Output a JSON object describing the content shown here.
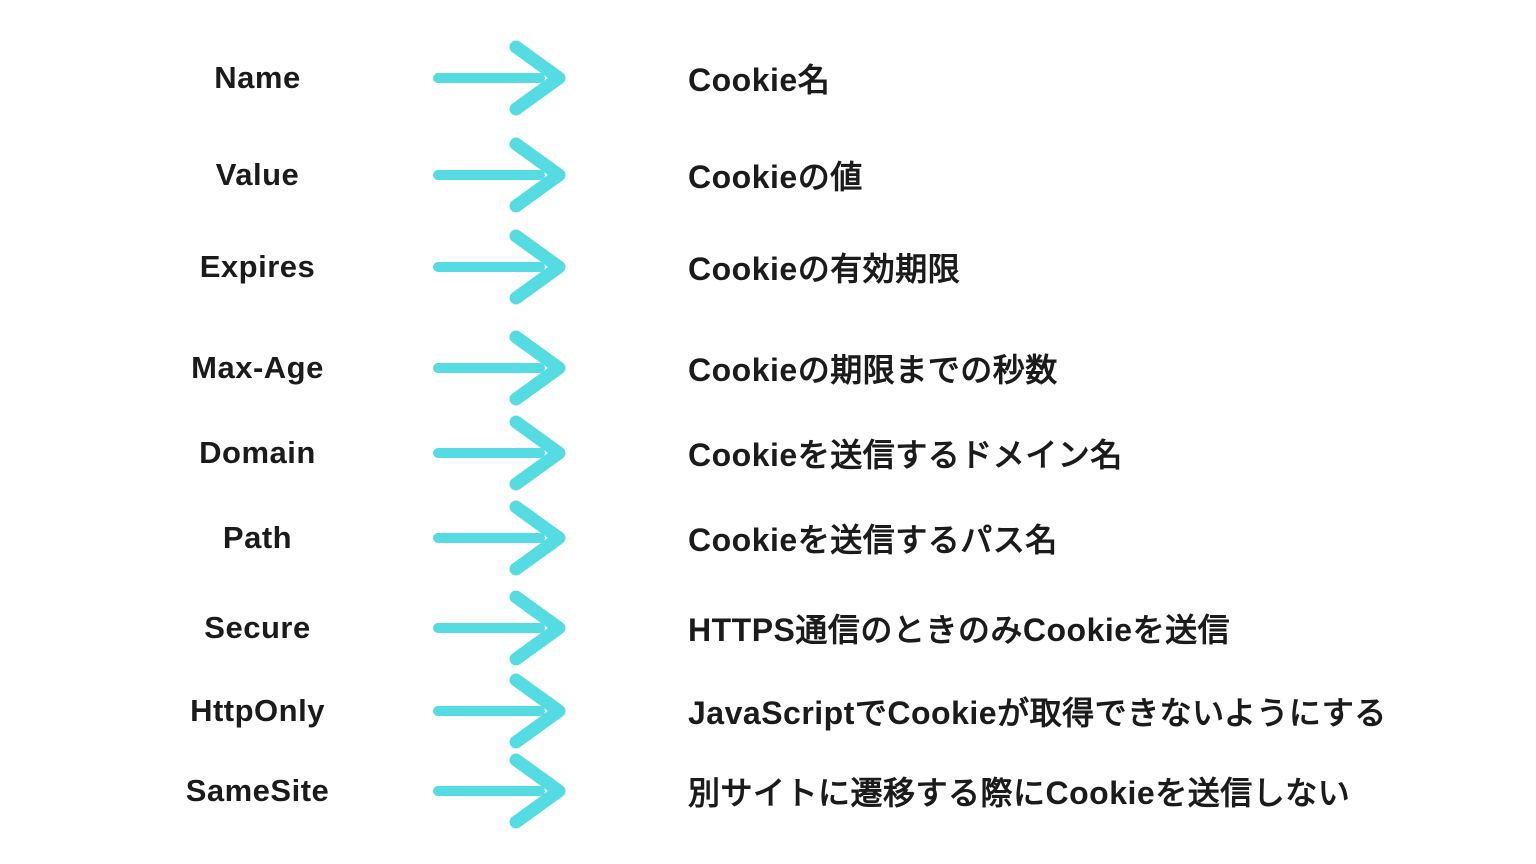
{
  "diagram": {
    "arrow_color": "#55dce3",
    "text_color": "#1b1b1b",
    "background_color": "#ffffff",
    "rows": [
      {
        "attribute": "Name",
        "description": "Cookie名"
      },
      {
        "attribute": "Value",
        "description": "Cookieの値"
      },
      {
        "attribute": "Expires",
        "description": "Cookieの有効期限"
      },
      {
        "attribute": "Max-Age",
        "description": "Cookieの期限までの秒数"
      },
      {
        "attribute": "Domain",
        "description": "Cookieを送信するドメイン名"
      },
      {
        "attribute": "Path",
        "description": "Cookieを送信するパス名"
      },
      {
        "attribute": "Secure",
        "description": "HTTPS通信のときのみCookieを送信"
      },
      {
        "attribute": "HttpOnly",
        "description": "JavaScriptでCookieが取得できないようにする"
      },
      {
        "attribute": "SameSite",
        "description": "別サイトに遷移する際にCookieを送信しない"
      }
    ]
  }
}
